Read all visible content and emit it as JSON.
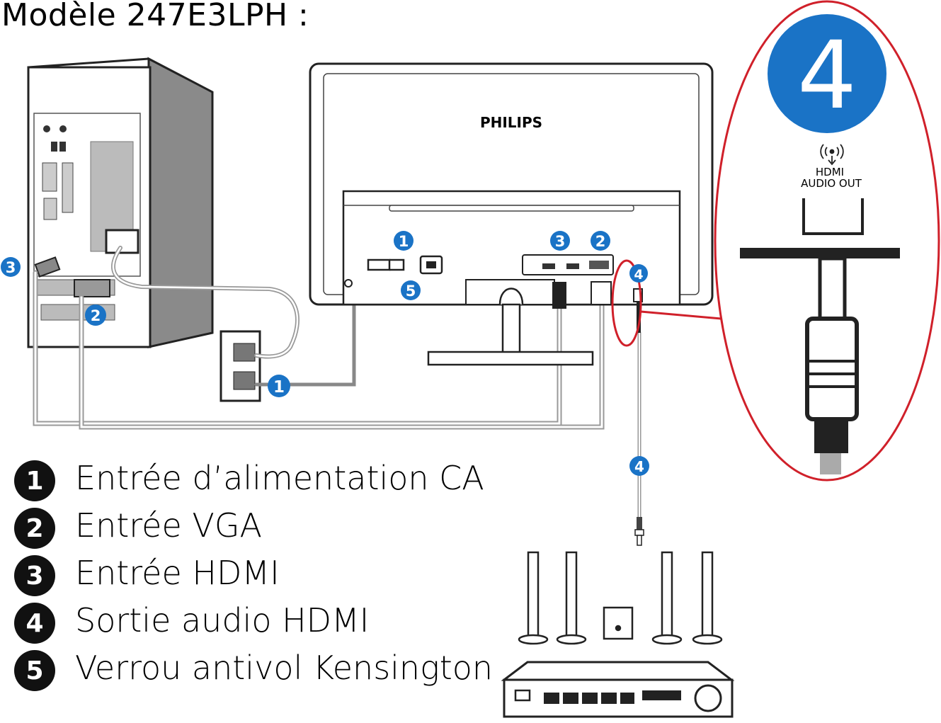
{
  "title": "Modèle 247E3LPH :",
  "brand": "PHILIPS",
  "zoom_callout": {
    "number": "4",
    "icon": "audio-wave-icon",
    "label_line1": "HDMI",
    "label_line2": "AUDIO OUT"
  },
  "badges": {
    "power": "1",
    "vga": "2",
    "hdmi": "3",
    "audio": "4",
    "kensington": "5"
  },
  "legend": [
    {
      "num": "1",
      "text": "Entrée d’alimentation CA"
    },
    {
      "num": "2",
      "text": "Entrée VGA"
    },
    {
      "num": "3",
      "text": "Entrée HDMI"
    },
    {
      "num": "4",
      "text": "Sortie audio HDMI"
    },
    {
      "num": "5",
      "text": "Verrou antivol Kensington"
    }
  ],
  "colors": {
    "badge_blue": "#1a73c6",
    "callout_red": "#d0202a",
    "cable_gray": "#9a9a9a",
    "outline": "#222222"
  }
}
